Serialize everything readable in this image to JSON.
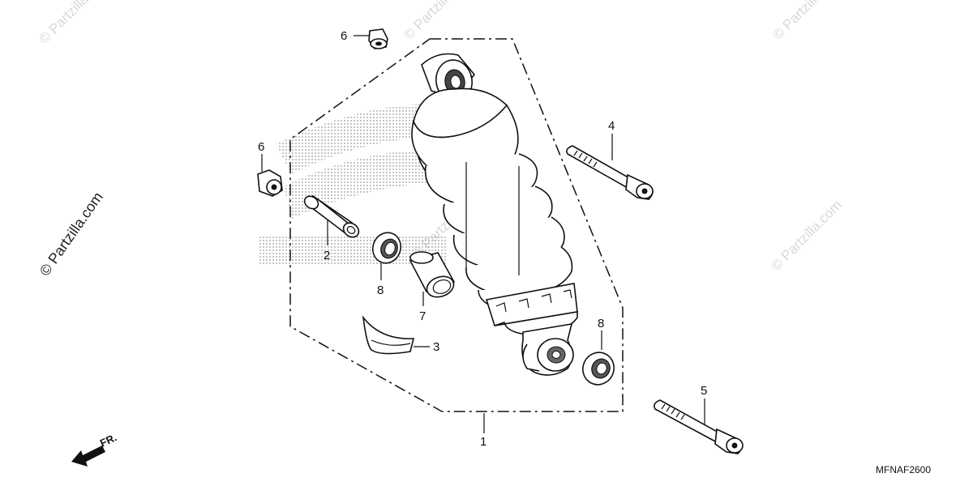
{
  "diagram": {
    "drawing_code": "MFNAF2600",
    "front_label": "FR.",
    "watermarks": {
      "side": "© Partzilla.com",
      "corner": "© Partzilla.com"
    },
    "callouts": [
      {
        "id": "c1",
        "label": "1"
      },
      {
        "id": "c2",
        "label": "2"
      },
      {
        "id": "c3",
        "label": "3"
      },
      {
        "id": "c4",
        "label": "4"
      },
      {
        "id": "c5",
        "label": "5"
      },
      {
        "id": "c6a",
        "label": "6"
      },
      {
        "id": "c6b",
        "label": "6"
      },
      {
        "id": "c7",
        "label": "7"
      },
      {
        "id": "c8a",
        "label": "8"
      },
      {
        "id": "c8b",
        "label": "8"
      }
    ]
  },
  "colors": {
    "ink": "#111111",
    "background": "#ffffff",
    "watermark": "#d8d8d8"
  }
}
